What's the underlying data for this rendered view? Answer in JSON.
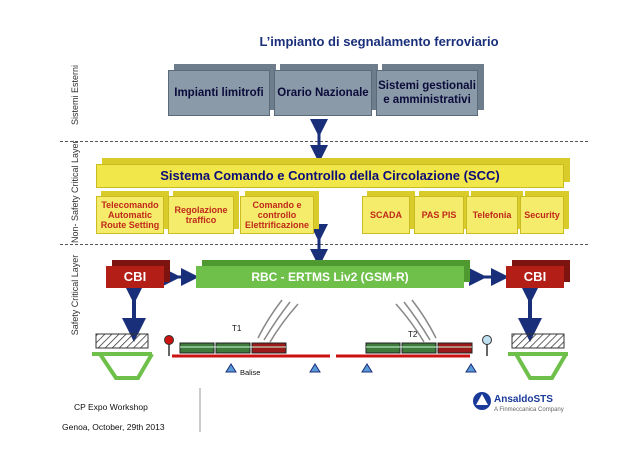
{
  "title": "L’impianto di segnalamento ferroviario",
  "layers": {
    "external": "Sistemi Esterni",
    "non_safety": "Non- Safety Critical Layer",
    "safety": "Safety Critical Layer"
  },
  "external_systems": [
    "Impianti limitrofi",
    "Orario Nazionale",
    "Sistemi gestionali e amministrativi"
  ],
  "scc": {
    "title": "Sistema Comando e Controllo della Circolazione (SCC)",
    "subsystems": [
      "Telecomando Automatic Route Setting",
      "Regolazione traffico",
      "Comando e controllo Elettrificazione",
      "SCADA",
      "PAS PIS",
      "Telefonia",
      "Security"
    ]
  },
  "safety": {
    "cbi_left": "CBI",
    "cbi_right": "CBI",
    "rbc": "RBC - ERTMS Liv2 (GSM-R)",
    "train1": "T1",
    "train2": "T2",
    "balise": "Balise"
  },
  "footer": {
    "line1": "CP Expo Workshop",
    "line2": "Genoa, October, 29th  2013"
  },
  "logo": {
    "name": "AnsaldoSTS",
    "tagline": "A Finmeccanica Company"
  },
  "colors": {
    "external_box": "#8a9aa8",
    "scc_yellow": "#f1e64a",
    "cbi_red": "#b31e16",
    "rbc_green": "#6fc04a",
    "arrow_blue": "#1a2f7a",
    "track_red": "#cc1111"
  }
}
